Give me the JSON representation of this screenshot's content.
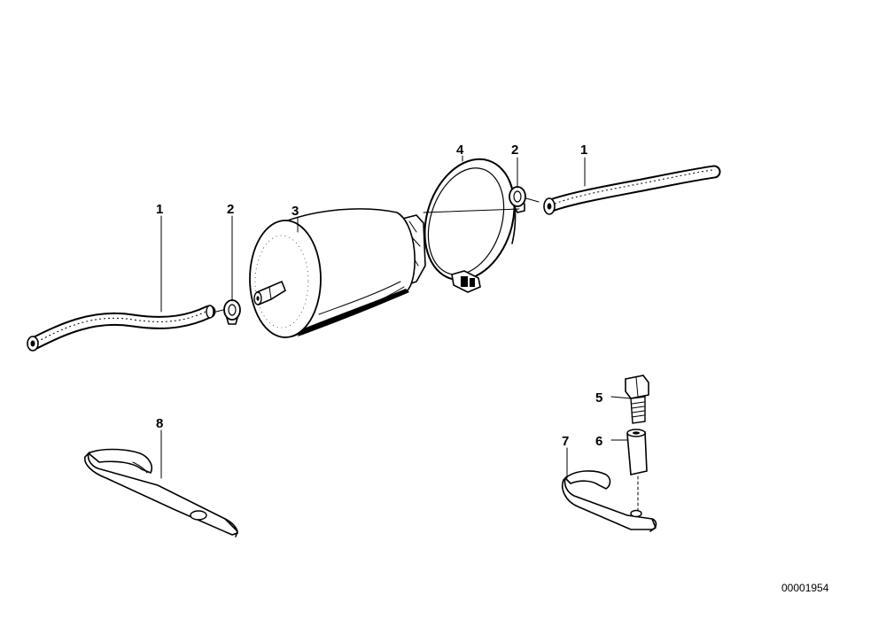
{
  "diagram": {
    "callouts": {
      "hose_left": "1",
      "hose_right": "1",
      "clip_left": "2",
      "clip_right": "2",
      "filter": "3",
      "bracket_clamp": "4",
      "bolt": "5",
      "spacer": "6",
      "strap_small": "7",
      "strap_large": "8"
    },
    "reference_number": "00001954"
  }
}
